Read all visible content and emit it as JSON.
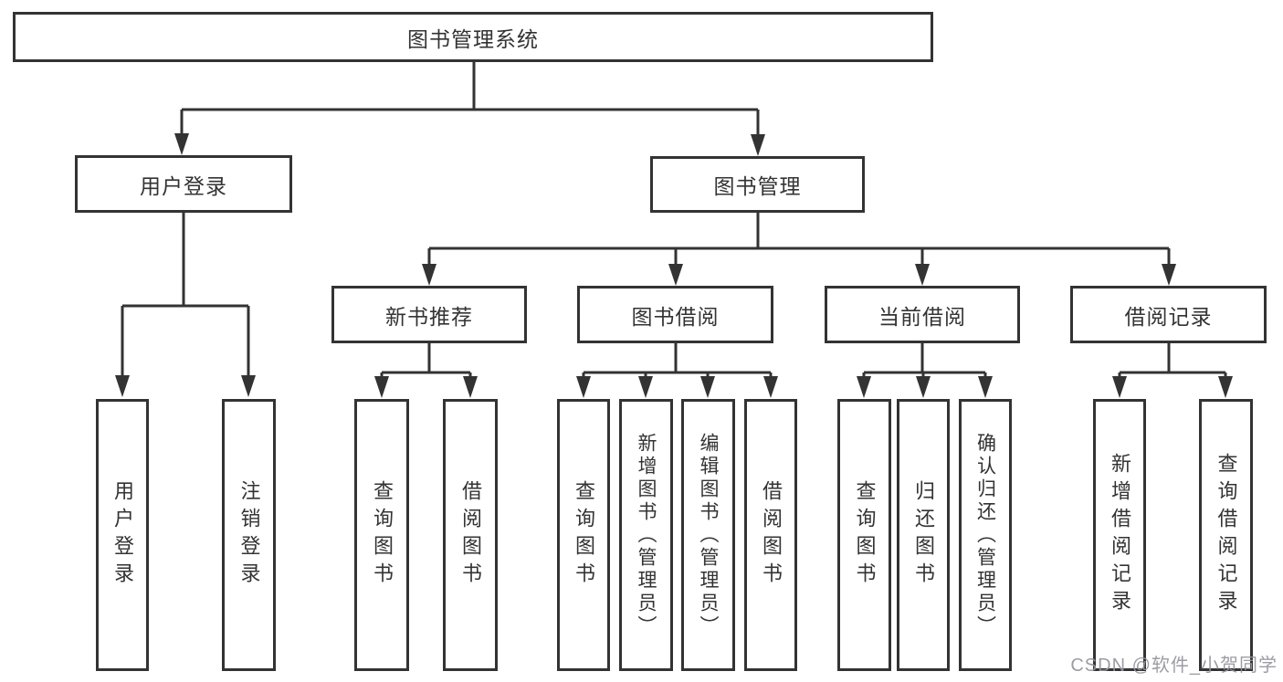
{
  "tree": {
    "label": "图书管理系统",
    "children": [
      {
        "label": "用户登录",
        "children": [
          {
            "label": "用户登录"
          },
          {
            "label": "注销登录"
          }
        ]
      },
      {
        "label": "图书管理",
        "children": [
          {
            "label": "新书推荐",
            "children": [
              {
                "label": "查询图书"
              },
              {
                "label": "借阅图书"
              }
            ]
          },
          {
            "label": "图书借阅",
            "children": [
              {
                "label": "查询图书"
              },
              {
                "label": "新增图书（管理员）"
              },
              {
                "label": "编辑图书（管理员）"
              },
              {
                "label": "借阅图书"
              }
            ]
          },
          {
            "label": "当前借阅",
            "children": [
              {
                "label": "查询图书"
              },
              {
                "label": "归还图书"
              },
              {
                "label": "确认归还（管理员）"
              }
            ]
          },
          {
            "label": "借阅记录",
            "children": [
              {
                "label": "新增借阅记录"
              },
              {
                "label": "查询借阅记录"
              }
            ]
          }
        ]
      }
    ]
  },
  "watermark": {
    "text": "CSDN @软件_小贺同学"
  },
  "colors": {
    "line": "#333333",
    "box_border": "#333333",
    "text": "#333333",
    "background": "#ffffff",
    "watermark": "#94949c"
  }
}
